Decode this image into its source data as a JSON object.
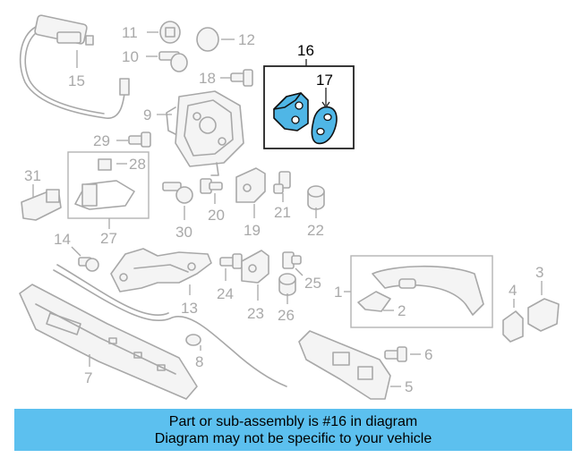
{
  "diagram": {
    "callouts": {
      "c1": "1",
      "c2": "2",
      "c3": "3",
      "c4": "4",
      "c5": "5",
      "c6": "6",
      "c7": "7",
      "c8": "8",
      "c9": "9",
      "c10": "10",
      "c11": "11",
      "c12": "12",
      "c13": "13",
      "c14": "14",
      "c15": "15",
      "c16": "16",
      "c17": "17",
      "c18": "18",
      "c19": "19",
      "c20": "20",
      "c21": "21",
      "c22": "22",
      "c23": "23",
      "c24": "24",
      "c25": "25",
      "c26": "26",
      "c27": "27",
      "c28": "28",
      "c29": "29",
      "c30": "30",
      "c31": "31"
    },
    "highlighted_part": "16",
    "highlight_color": "#4fb6e6",
    "line_color": "#a8a8a8"
  },
  "banner": {
    "line1": "Part or sub-assembly is #16 in diagram",
    "line2": "Diagram may not be specific to your vehicle",
    "color": "#5cc0ef"
  }
}
